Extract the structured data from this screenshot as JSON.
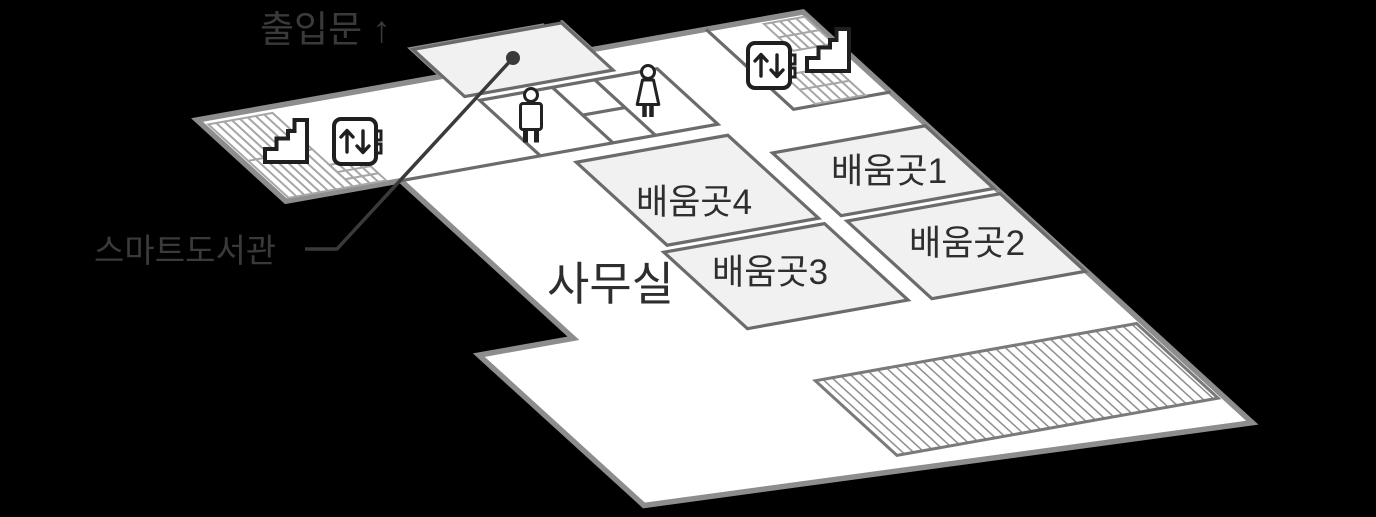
{
  "scene": {
    "background_color": "#000000",
    "floor_color": "#ffffff",
    "room_fill_color": "#f1f1f1",
    "outer_wall_color": "#8d8d8d",
    "inner_wall_color": "#6b6b6b",
    "stair_grid_color": "#a6a6a6",
    "icon_stroke_color": "#1f1f1f",
    "callout_color": "#3a3a3c",
    "room_label_color": "#2e2e30"
  },
  "labels": {
    "entrance": "출입문 ↑",
    "smart_library": "스마트도서관",
    "office": "사무실",
    "learning_room_1": "배움곳1",
    "learning_room_2": "배움곳2",
    "learning_room_3": "배움곳3",
    "learning_room_4": "배움곳4"
  },
  "icons": {
    "elevator_count": 2,
    "stairs_count": 2,
    "male_restroom": "male-figure",
    "female_restroom": "female-figure",
    "smart_library_marker": "dot-with-leader-line"
  }
}
